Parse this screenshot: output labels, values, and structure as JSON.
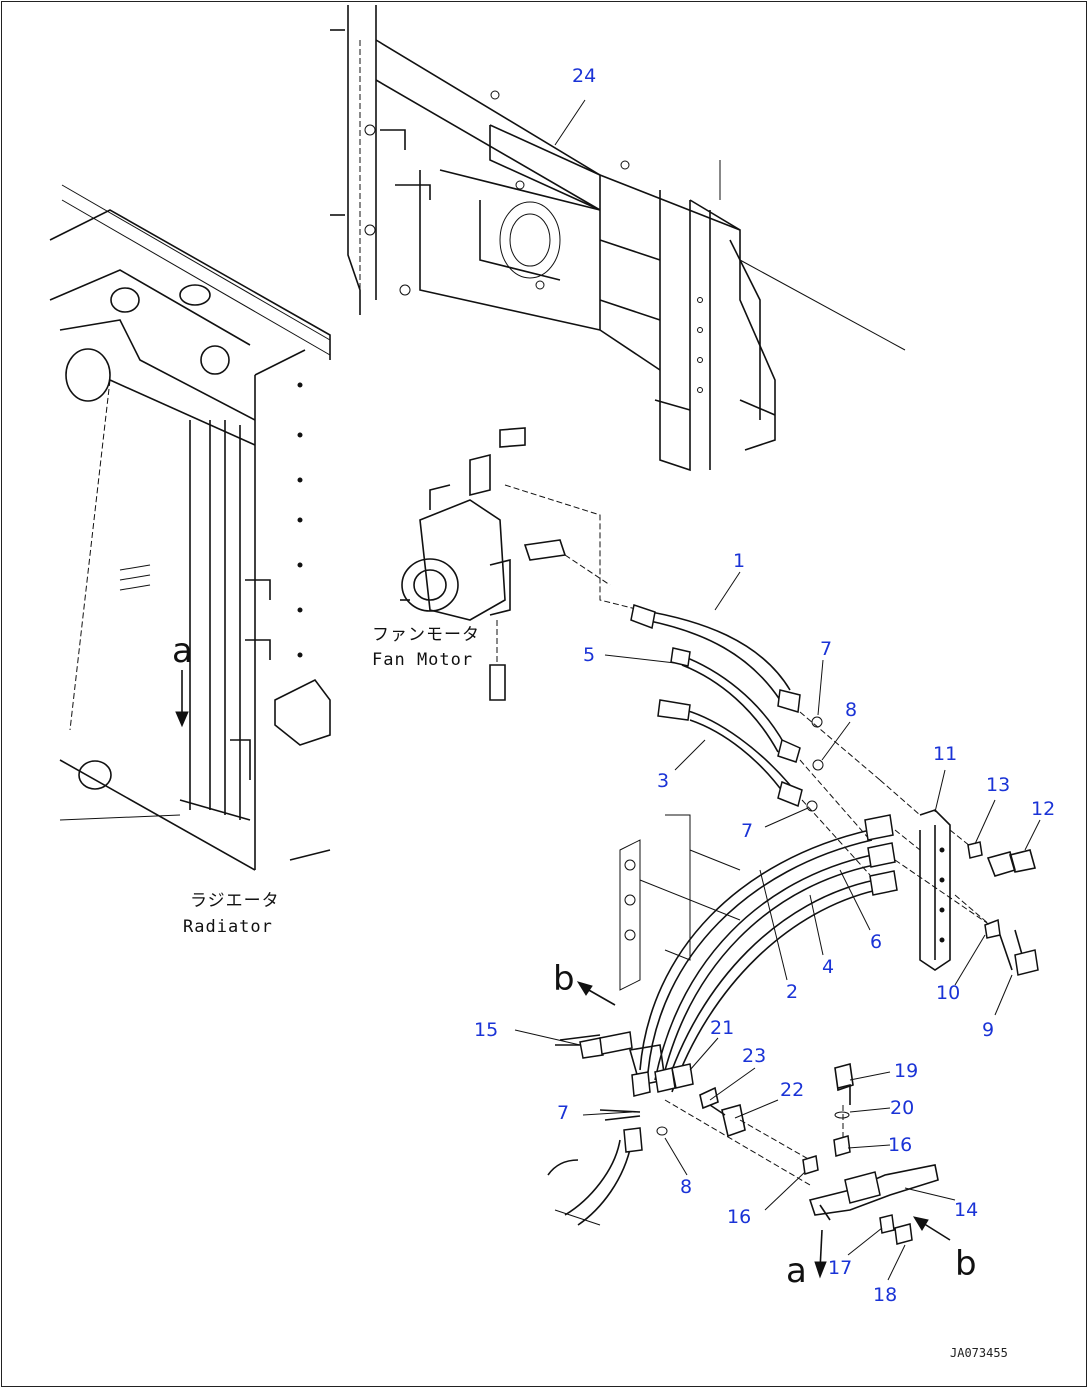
{
  "parts": {
    "p1": "1",
    "p2": "2",
    "p3": "3",
    "p4": "4",
    "p5": "5",
    "p6": "6",
    "p7a": "7",
    "p7b": "7",
    "p7c": "7",
    "p8a": "8",
    "p8b": "8",
    "p9": "9",
    "p10": "10",
    "p11": "11",
    "p12": "12",
    "p13": "13",
    "p14": "14",
    "p15": "15",
    "p16a": "16",
    "p16b": "16",
    "p17": "17",
    "p18": "18",
    "p19": "19",
    "p20": "20",
    "p21": "21",
    "p22": "22",
    "p23": "23",
    "p24": "24"
  },
  "labels": {
    "fan_motor_jp": "ファンモータ",
    "fan_motor_en": "Fan Motor",
    "radiator_jp": "ラジエータ",
    "radiator_en": "Radiator",
    "view_a_top": "a",
    "view_a_bottom": "a",
    "view_b_top": "b",
    "view_b_bottom": "b",
    "drawing_code": "JA073455"
  },
  "colors": {
    "callout": "#1a33d6",
    "line": "#111111",
    "background": "#ffffff"
  }
}
